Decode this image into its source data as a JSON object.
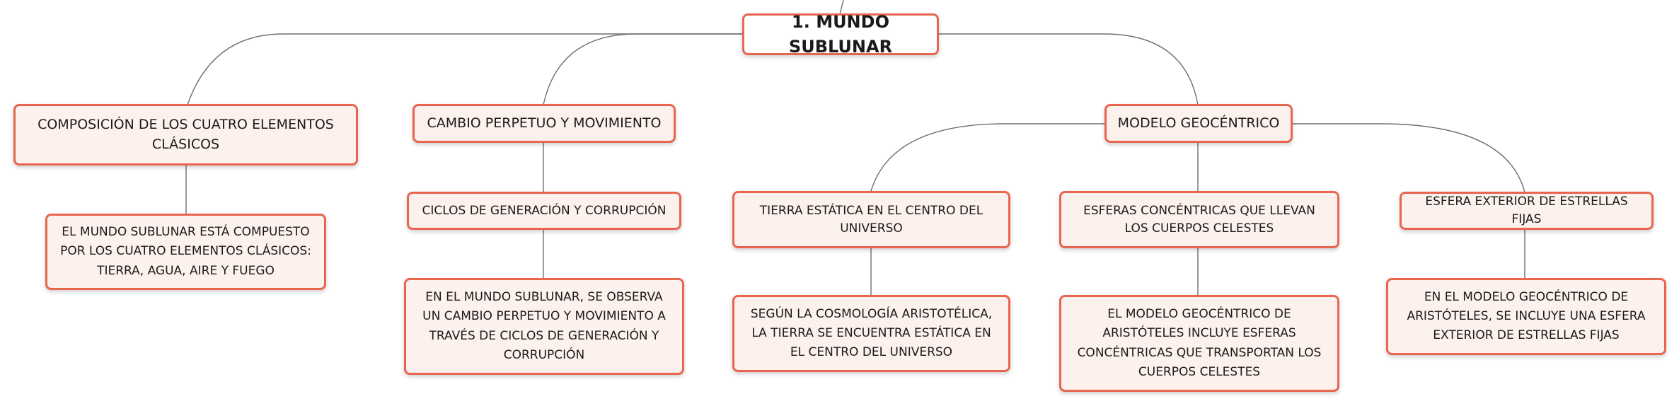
{
  "colors": {
    "node_border": "#e8664f",
    "node_fill": "#fdf1ed",
    "root_fill": "#ffffff",
    "connector": "#6e6e6e"
  },
  "root": {
    "label": "1. MUNDO SUBLUNAR"
  },
  "branches": [
    {
      "label": "COMPOSICIÓN DE LOS CUATRO ELEMENTOS CLÁSICOS",
      "detail": "EL MUNDO SUBLUNAR ESTÁ COMPUESTO POR LOS CUATRO ELEMENTOS CLÁSICOS: TIERRA, AGUA, AIRE Y FUEGO"
    },
    {
      "label": "CAMBIO PERPETUO Y MOVIMIENTO",
      "child": {
        "label": "CICLOS DE GENERACIÓN Y CORRUPCIÓN",
        "detail": "EN EL MUNDO SUBLUNAR, SE OBSERVA UN CAMBIO PERPETUO Y MOVIMIENTO A TRAVÉS DE CICLOS DE GENERACIÓN Y CORRUPCIÓN"
      }
    },
    {
      "label": "MODELO GEOCÉNTRICO",
      "children": [
        {
          "label": "TIERRA ESTÁTICA EN EL CENTRO DEL UNIVERSO",
          "detail": "SEGÚN LA COSMOLOGÍA ARISTOTÉLICA, LA TIERRA SE ENCUENTRA ESTÁTICA EN EL CENTRO DEL UNIVERSO"
        },
        {
          "label": "ESFERAS CONCÉNTRICAS QUE LLEVAN LOS CUERPOS CELESTES",
          "detail": "EL MODELO GEOCÉNTRICO DE ARISTÓTELES INCLUYE ESFERAS CONCÉNTRICAS QUE TRANSPORTAN LOS CUERPOS CELESTES"
        },
        {
          "label": "ESFERA EXTERIOR DE ESTRELLAS FIJAS",
          "detail": "EN EL MODELO GEOCÉNTRICO DE ARISTÓTELES, SE INCLUYE UNA ESFERA EXTERIOR DE ESTRELLAS FIJAS"
        }
      ]
    }
  ]
}
